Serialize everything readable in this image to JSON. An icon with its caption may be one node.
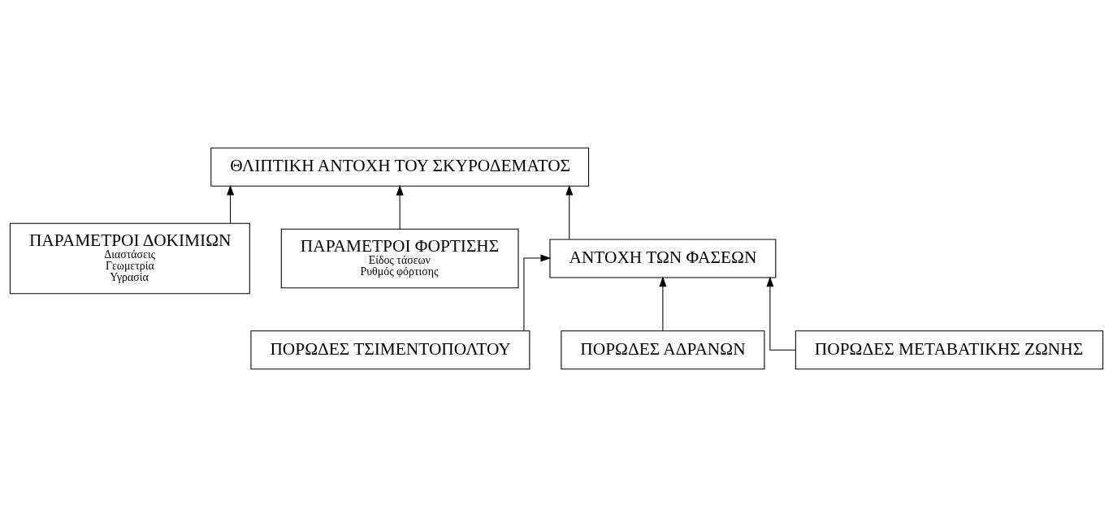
{
  "diagram": {
    "nodes": [
      {
        "text": [
          "ΠΑΡΑΜΕΤΡΟΙ ΔΟΚΙΜΙΩΝ",
          "Διαστάσεις",
          "Γεωμετρία",
          "Υγρασία"
        ]
      },
      {
        "text": [
          "ΘΛΙΠΤΙΚΗ ΑΝΤΟΧΗ ΤΟΥ ΣΚΥΡΟΔΕΜΑΤΟΣ"
        ]
      },
      {
        "text": [
          "ΠΑΡΑΜΕΤΡΟΙ ΦΟΡΤΙΣΗΣ",
          "Είδος τάσεων",
          "Ρυθμός φόρτισης"
        ]
      },
      {
        "text": [
          "ΑΝΤΟΧΗ ΤΩΝ ΦΑΣΕΩΝ"
        ]
      },
      {
        "text": [
          "ΠΟΡΩΔΕΣ ΤΣΙΜΕΝΤΟΠΟΛΤΟΥ"
        ]
      },
      {
        "text": [
          "ΠΟΡΩΔΕΣ ΑΔΡΑΝΩΝ"
        ]
      },
      {
        "text": [
          "ΠΟΡΩΔΕΣ ΜΕΤΑΒΑΤΙΚΗΣ ΖΩΝΗΣ"
        ]
      }
    ],
    "edges": [
      {
        "from": 0,
        "to": 1,
        "arrow": "to"
      },
      {
        "from": 3,
        "to": 1,
        "arrow": "to"
      },
      {
        "from": 2,
        "to": 1,
        "arrow": "to"
      },
      {
        "from": 4,
        "to": 3,
        "arrow": "to"
      },
      {
        "from": 5,
        "to": 3,
        "arrow": "to"
      },
      {
        "from": 6,
        "to": 3,
        "arrow": "to"
      }
    ]
  }
}
